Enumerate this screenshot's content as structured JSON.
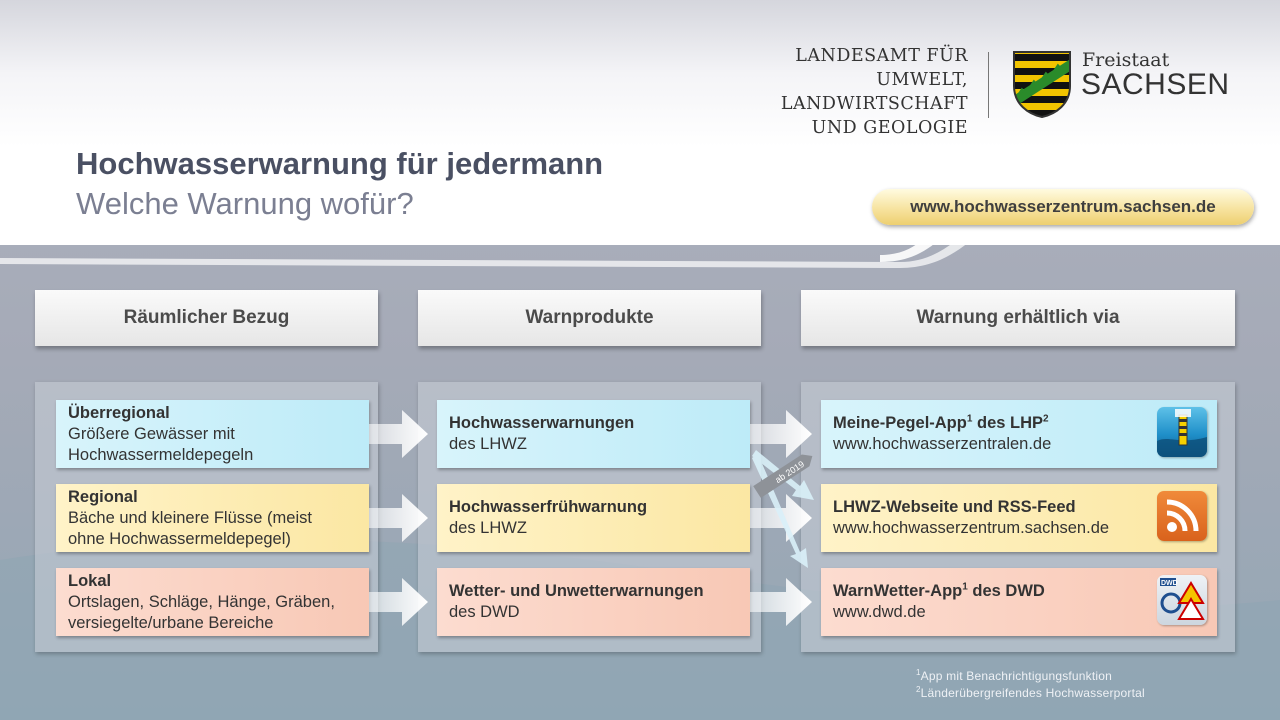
{
  "logo": {
    "lfulg_line1": "LANDESAMT FÜR UMWELT,",
    "lfulg_line2": "LANDWIRTSCHAFT",
    "lfulg_line3": "UND GEOLOGIE",
    "freistaat": "Freistaat",
    "sachsen": "SACHSEN"
  },
  "title": "Hochwasserwarnung für jedermann",
  "subtitle": "Welche Warnung wofür?",
  "url": "www.hochwasserzentrum.sachsen.de",
  "headers": {
    "col1": "Räumlicher Bezug",
    "col2": "Warnprodukte",
    "col3": "Warnung erhältlich via"
  },
  "regions": [
    {
      "title": "Überregional",
      "text1": "Größere Gewässer mit",
      "text2": "Hochwassermeldepegeln"
    },
    {
      "title": "Regional",
      "text1": "Bäche und kleinere Flüsse (meist",
      "text2": "ohne Hochwassermeldepegel)"
    },
    {
      "title": "Lokal",
      "text1": "Ortslagen, Schläge, Hänge, Gräben,",
      "text2": "versiegelte/urbane Bereiche"
    }
  ],
  "products": [
    {
      "title": "Hochwasserwarnungen",
      "source": "des LHWZ"
    },
    {
      "title": "Hochwasserfrühwarnung",
      "source": "des LHWZ"
    },
    {
      "title": "Wetter- und Unwetterwarnungen",
      "source": "des DWD"
    }
  ],
  "channels": [
    {
      "title_a": "Meine-Pegel-App",
      "sup1": "1",
      "title_b": " des LHP",
      "sup2": "2",
      "url": "www.hochwasserzentralen.de",
      "icon": "meine-pegel-app-icon"
    },
    {
      "title": "LHWZ-Webseite und RSS-Feed",
      "url": "www.hochwasserzentrum.sachsen.de",
      "icon": "rss-icon"
    },
    {
      "title_a": "WarnWetter-App",
      "sup1": "1",
      "title_b": " des DWD",
      "url": "www.dwd.de",
      "icon": "warnwetter-app-icon"
    }
  ],
  "ab_label": "ab 2019",
  "footnotes": {
    "n1": "1",
    "f1": "App mit Benachrichtigungsfunktion",
    "n2": "2",
    "f2": "Länderübergreifendes Hochwasserportal"
  },
  "colors": {
    "blue_box": "#c6eef9",
    "yellow_box": "#fdebb0",
    "red_box": "#f9cdbc",
    "arrow": "#ffffff"
  }
}
